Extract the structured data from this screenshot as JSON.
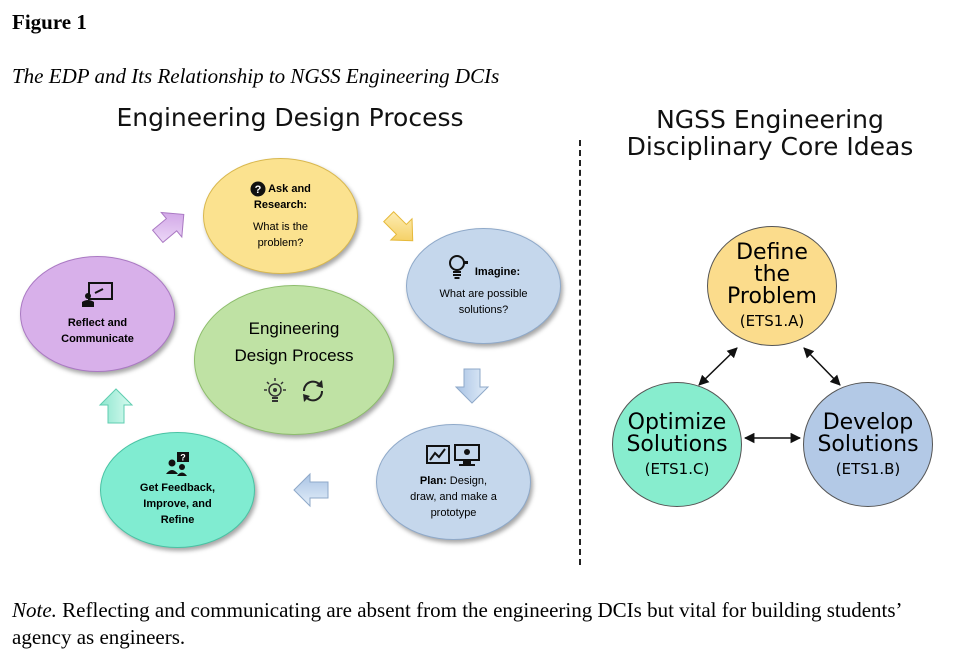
{
  "figure": {
    "label": "Figure 1",
    "title": "The EDP and Its Relationship to NGSS Engineering DCIs"
  },
  "edp": {
    "title": "Engineering Design Process",
    "center": {
      "line1": "Engineering",
      "line2": "Design Process"
    },
    "steps": [
      {
        "id": "ask",
        "label1": "Ask and",
        "label2": "Research:",
        "sub1": "What is the",
        "sub2": "problem?"
      },
      {
        "id": "imagine",
        "label1": "Imagine:",
        "sub1": "What are possible",
        "sub2": "solutions?"
      },
      {
        "id": "plan",
        "label1": "Plan:",
        "sub0": "Design,",
        "sub1": "draw, and make a",
        "sub2": "prototype"
      },
      {
        "id": "feedback",
        "label1": "Get Feedback,",
        "label2": "Improve, and",
        "label3": "Refine"
      },
      {
        "id": "reflect",
        "label1": "Reflect and",
        "label2": "Communicate"
      }
    ],
    "colors": {
      "ask": "#fbe28f",
      "imagine": "#c5d7ec",
      "plan": "#c5d7ec",
      "feedback": "#80ecd1",
      "reflect": "#d8b0ea",
      "center": "#bfe2a4"
    }
  },
  "ngss": {
    "title_line1": "NGSS Engineering",
    "title_line2": "Disciplinary Core Ideas",
    "ideas": [
      {
        "id": "define",
        "line1": "Define",
        "line2": "the",
        "line3": "Problem",
        "code": "(ETS1.A)"
      },
      {
        "id": "develop",
        "line1": "Develop",
        "line2": "Solutions",
        "code": "(ETS1.B)"
      },
      {
        "id": "optimize",
        "line1": "Optimize",
        "line2": "Solutions",
        "code": "(ETS1.C)"
      }
    ]
  },
  "note": {
    "label": "Note.",
    "text": " Reflecting and communicating are absent from the engineering DCIs but vital for building students’ agency as engineers."
  }
}
